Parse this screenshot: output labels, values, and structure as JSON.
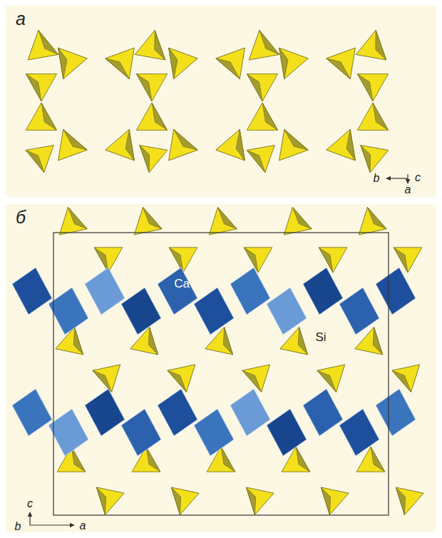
{
  "diagram": {
    "nodes": [
      {
        "text": [
          "а"
        ]
      },
      {
        "text": [
          "б"
        ]
      }
    ],
    "labels": [
      "b",
      "c",
      "a",
      "Ca",
      "Si",
      "c",
      "b",
      "a"
    ]
  }
}
